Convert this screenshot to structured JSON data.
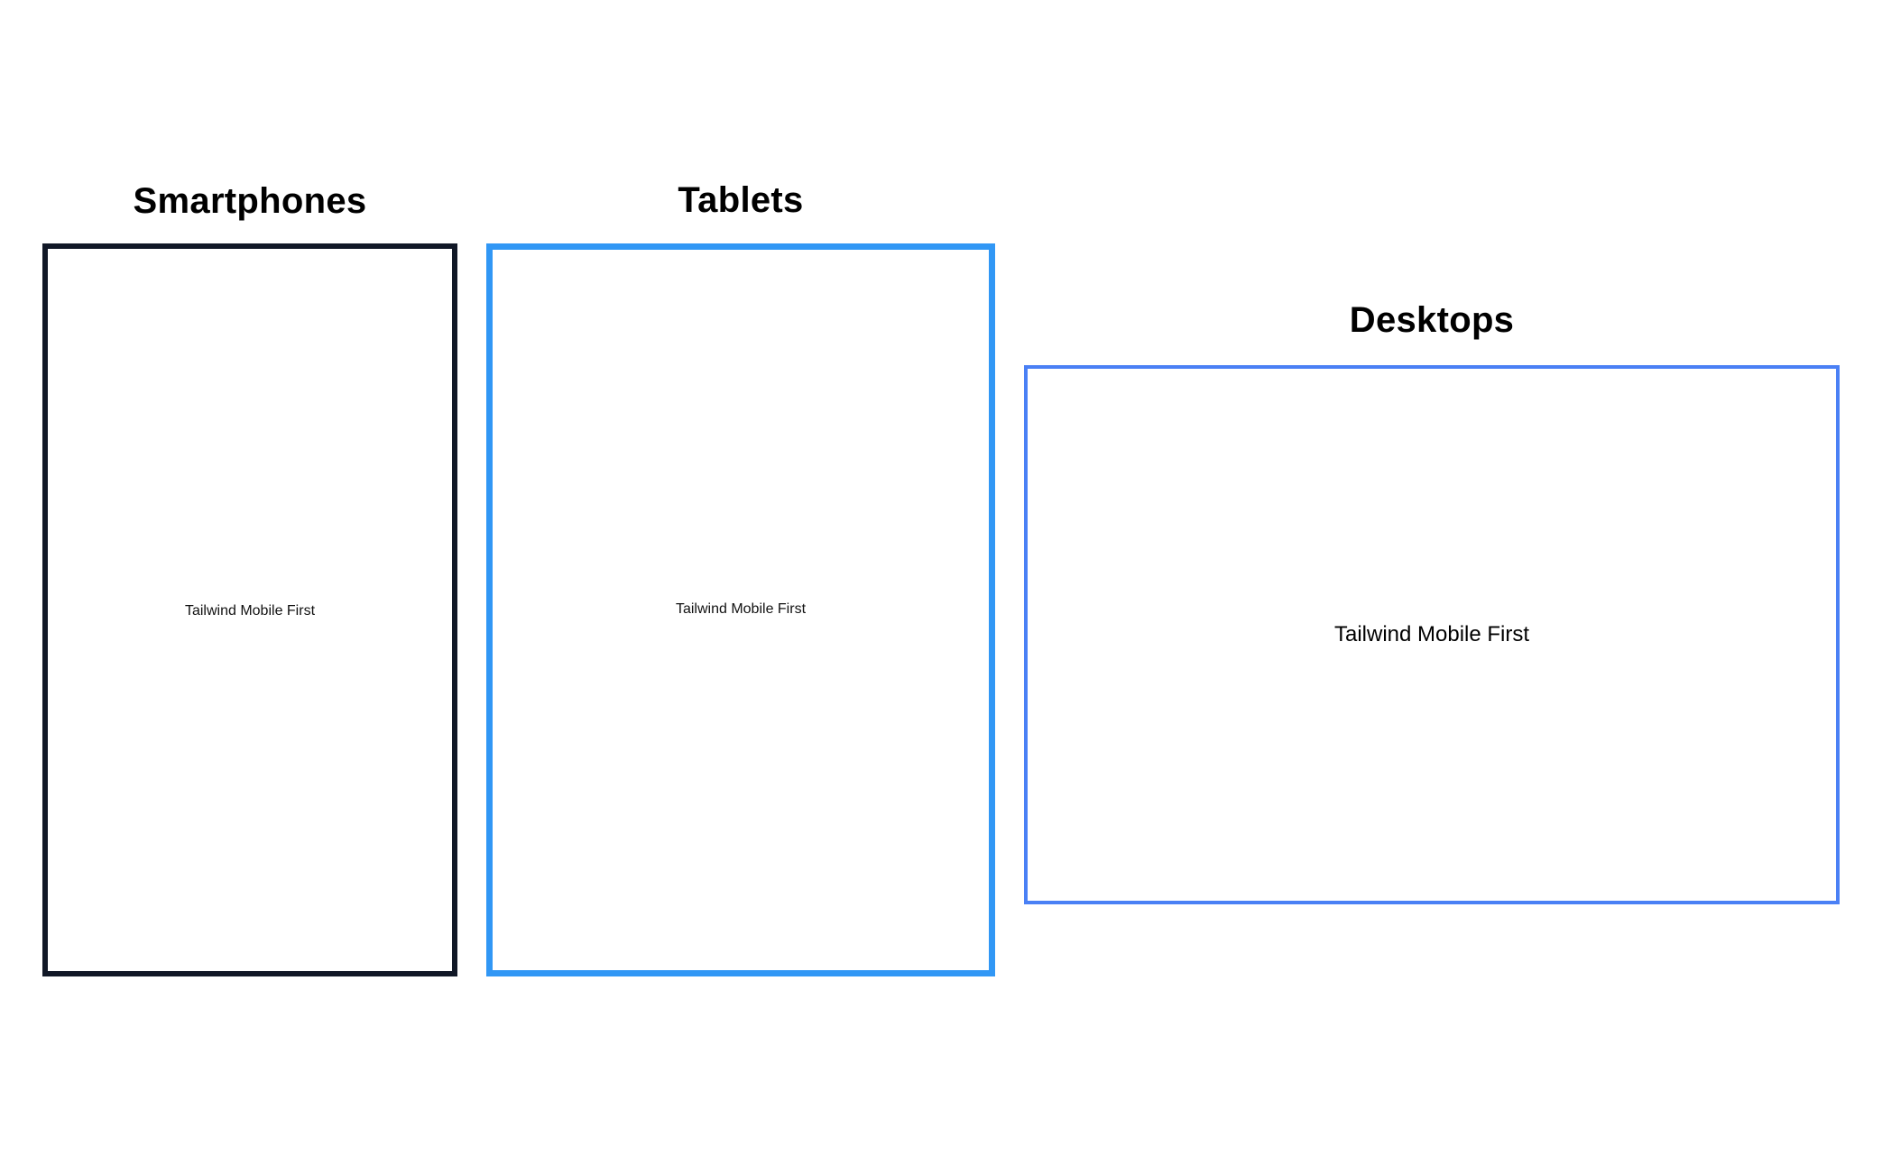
{
  "devices": [
    {
      "heading": "Smartphones",
      "content_text": "Tailwind Mobile First",
      "border_color": "#111827"
    },
    {
      "heading": "Tablets",
      "content_text": "Tailwind Mobile First",
      "border_color": "#3197f5"
    },
    {
      "heading": "Desktops",
      "content_text": "Tailwind Mobile First",
      "border_color": "#4a80f5"
    }
  ]
}
